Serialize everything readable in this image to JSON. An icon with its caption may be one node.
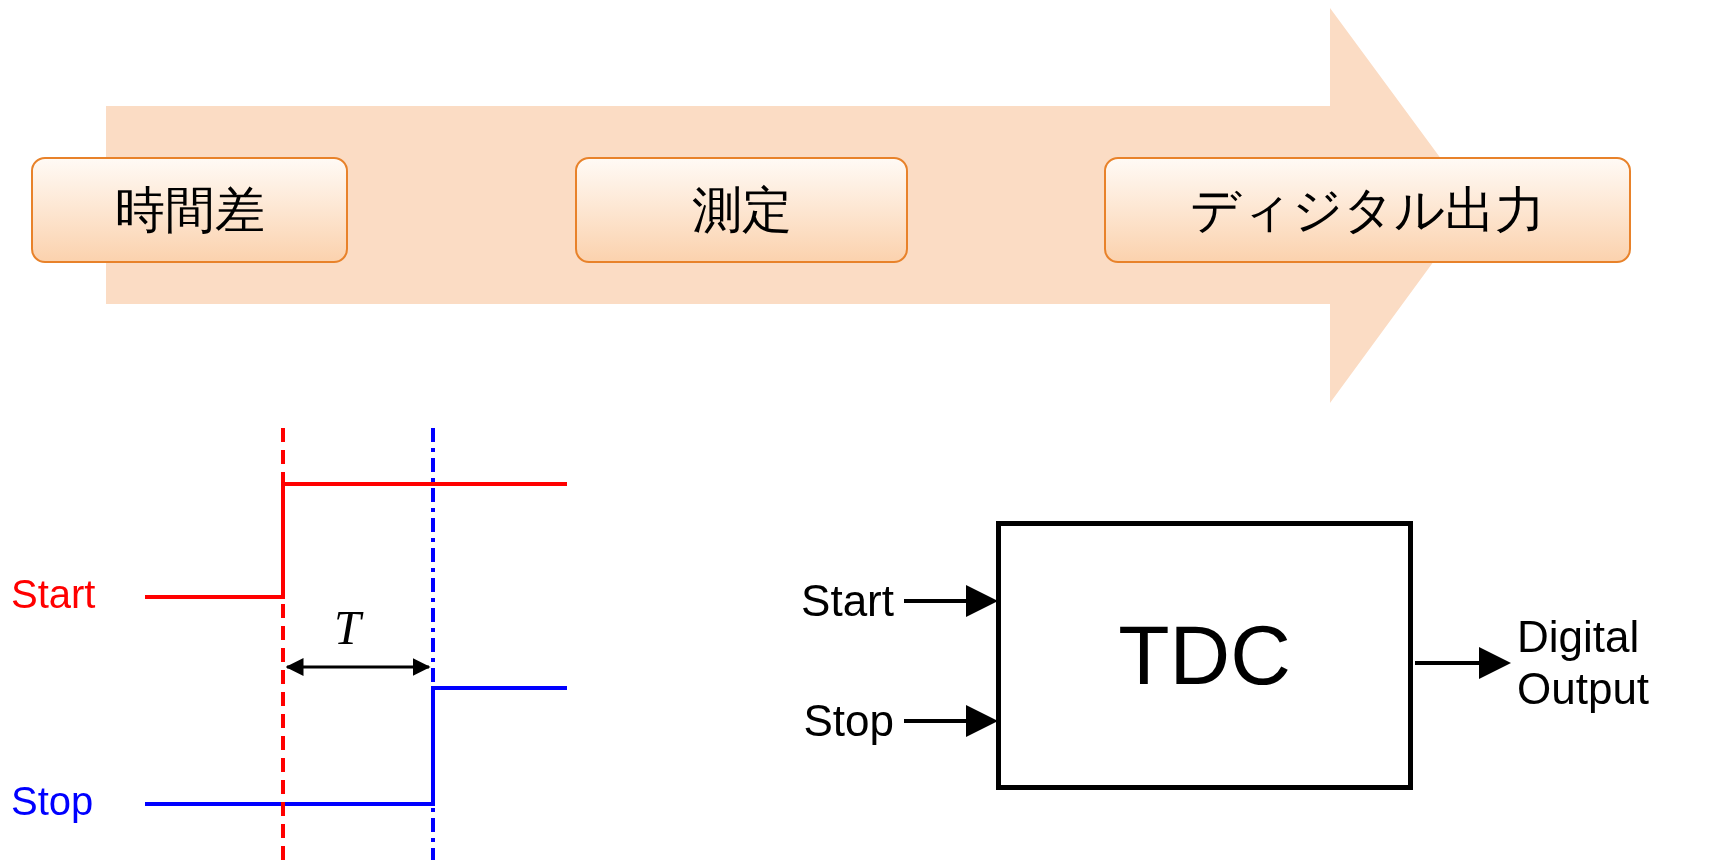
{
  "diagram": {
    "nodes": [
      {
        "text": [
          "時間差"
        ]
      },
      {
        "text": [
          "測定"
        ]
      },
      {
        "text": [
          "ディジタル出力"
        ]
      },
      {
        "text": [
          "Start"
        ]
      },
      {
        "text": [
          "Stop"
        ]
      },
      {
        "text": [
          "TDC"
        ]
      },
      {
        "text": [
          "Digital Output"
        ]
      }
    ],
    "edges": [
      {
        "from": 3,
        "to": 5,
        "arrow": "to"
      },
      {
        "from": 4,
        "to": 5,
        "arrow": "to"
      },
      {
        "from": 5,
        "to": 6,
        "arrow": "to"
      }
    ],
    "labels": [
      "Start",
      "T",
      "Stop"
    ]
  }
}
